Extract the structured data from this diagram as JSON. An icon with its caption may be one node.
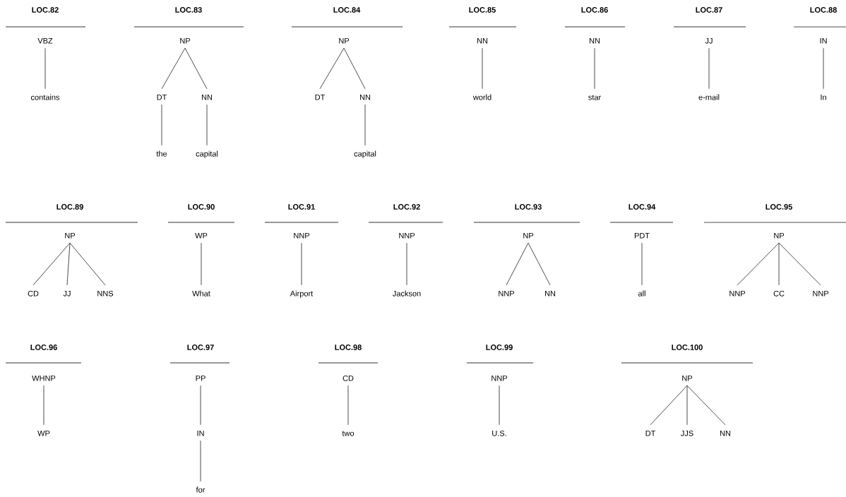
{
  "diagram": {
    "nodes": [
      {
        "text": [
          "VBZ"
        ]
      },
      {
        "text": [
          "contains"
        ]
      },
      {
        "text": [
          "NP"
        ]
      },
      {
        "text": [
          "DT"
        ]
      },
      {
        "text": [
          "NN"
        ]
      },
      {
        "text": [
          "the"
        ]
      },
      {
        "text": [
          "capital"
        ]
      },
      {
        "text": [
          "NP"
        ]
      },
      {
        "text": [
          "DT"
        ]
      },
      {
        "text": [
          "NN"
        ]
      },
      {
        "text": [
          "capital"
        ]
      },
      {
        "text": [
          "NN"
        ]
      },
      {
        "text": [
          "world"
        ]
      },
      {
        "text": [
          "NN"
        ]
      },
      {
        "text": [
          "star"
        ]
      },
      {
        "text": [
          "JJ"
        ]
      },
      {
        "text": [
          "e-mail"
        ]
      },
      {
        "text": [
          "IN"
        ]
      },
      {
        "text": [
          "In"
        ]
      },
      {
        "text": [
          "NP"
        ]
      },
      {
        "text": [
          "CD"
        ]
      },
      {
        "text": [
          "JJ"
        ]
      },
      {
        "text": [
          "NNS"
        ]
      },
      {
        "text": [
          "WP"
        ]
      },
      {
        "text": [
          "What"
        ]
      },
      {
        "text": [
          "NNP"
        ]
      },
      {
        "text": [
          "Airport"
        ]
      },
      {
        "text": [
          "NNP"
        ]
      },
      {
        "text": [
          "Jackson"
        ]
      },
      {
        "text": [
          "NP"
        ]
      },
      {
        "text": [
          "NNP"
        ]
      },
      {
        "text": [
          "NN"
        ]
      },
      {
        "text": [
          "PDT"
        ]
      },
      {
        "text": [
          "all"
        ]
      },
      {
        "text": [
          "NP"
        ]
      },
      {
        "text": [
          "NNP"
        ]
      },
      {
        "text": [
          "CC"
        ]
      },
      {
        "text": [
          "NNP"
        ]
      },
      {
        "text": [
          "WHNP"
        ]
      },
      {
        "text": [
          "WP"
        ]
      },
      {
        "text": [
          "PP"
        ]
      },
      {
        "text": [
          "IN"
        ]
      },
      {
        "text": [
          "for"
        ]
      },
      {
        "text": [
          "CD"
        ]
      },
      {
        "text": [
          "two"
        ]
      },
      {
        "text": [
          "NNP"
        ]
      },
      {
        "text": [
          "U.S."
        ]
      },
      {
        "text": [
          "NP"
        ]
      },
      {
        "text": [
          "DT"
        ]
      },
      {
        "text": [
          "JJS"
        ]
      },
      {
        "text": [
          "NN"
        ]
      }
    ],
    "edges": [
      {
        "from": 0,
        "to": 1,
        "arrow": "none"
      },
      {
        "from": 2,
        "to": 3,
        "arrow": "none"
      },
      {
        "from": 2,
        "to": 4,
        "arrow": "none"
      },
      {
        "from": 3,
        "to": 5,
        "arrow": "none"
      },
      {
        "from": 4,
        "to": 6,
        "arrow": "none"
      },
      {
        "from": 7,
        "to": 8,
        "arrow": "none"
      },
      {
        "from": 7,
        "to": 9,
        "arrow": "none"
      },
      {
        "from": 9,
        "to": 10,
        "arrow": "none"
      },
      {
        "from": 11,
        "to": 12,
        "arrow": "none"
      },
      {
        "from": 13,
        "to": 14,
        "arrow": "none"
      },
      {
        "from": 15,
        "to": 16,
        "arrow": "none"
      },
      {
        "from": 17,
        "to": 18,
        "arrow": "none"
      },
      {
        "from": 19,
        "to": 20,
        "arrow": "none"
      },
      {
        "from": 19,
        "to": 21,
        "arrow": "none"
      },
      {
        "from": 19,
        "to": 22,
        "arrow": "none"
      },
      {
        "from": 23,
        "to": 24,
        "arrow": "none"
      },
      {
        "from": 25,
        "to": 26,
        "arrow": "none"
      },
      {
        "from": 27,
        "to": 28,
        "arrow": "none"
      },
      {
        "from": 29,
        "to": 30,
        "arrow": "none"
      },
      {
        "from": 29,
        "to": 31,
        "arrow": "none"
      },
      {
        "from": 32,
        "to": 33,
        "arrow": "none"
      },
      {
        "from": 34,
        "to": 35,
        "arrow": "none"
      },
      {
        "from": 34,
        "to": 36,
        "arrow": "none"
      },
      {
        "from": 34,
        "to": 37,
        "arrow": "none"
      },
      {
        "from": 38,
        "to": 39,
        "arrow": "none"
      },
      {
        "from": 40,
        "to": 41,
        "arrow": "none"
      },
      {
        "from": 41,
        "to": 42,
        "arrow": "none"
      },
      {
        "from": 43,
        "to": 44,
        "arrow": "none"
      },
      {
        "from": 45,
        "to": 46,
        "arrow": "none"
      },
      {
        "from": 47,
        "to": 48,
        "arrow": "none"
      },
      {
        "from": 47,
        "to": 49,
        "arrow": "none"
      },
      {
        "from": 47,
        "to": 50,
        "arrow": "none"
      }
    ],
    "labels": [
      "LOC.82",
      "LOC.83",
      "LOC.84",
      "LOC.85",
      "LOC.86",
      "LOC.87",
      "LOC.88",
      "LOC.89",
      "LOC.90",
      "LOC.91",
      "LOC.92",
      "LOC.93",
      "LOC.94",
      "LOC.95",
      "LOC.96",
      "LOC.97",
      "LOC.98",
      "LOC.99",
      "LOC.100"
    ]
  }
}
